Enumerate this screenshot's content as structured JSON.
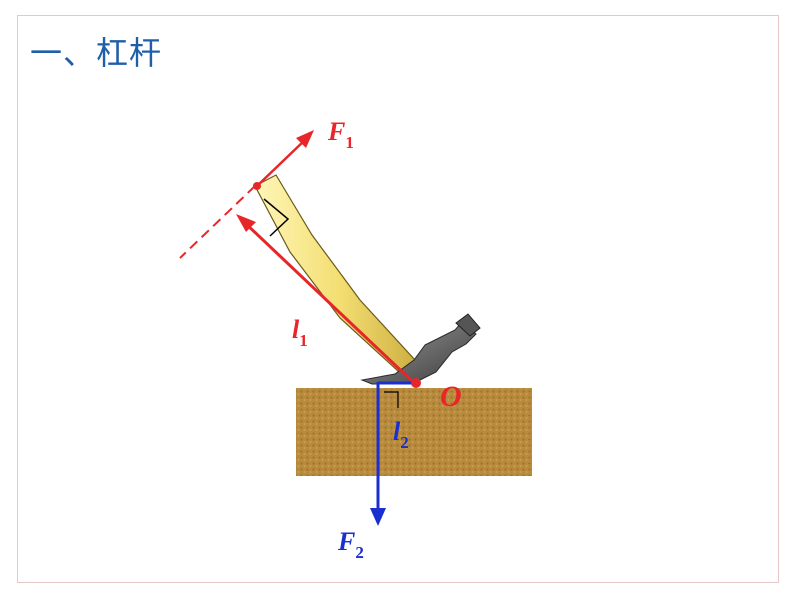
{
  "title": "一、杠杆",
  "labels": {
    "f1": {
      "main": "F",
      "sub": "1"
    },
    "f2": {
      "main": "F",
      "sub": "2"
    },
    "l1": {
      "main": "l",
      "sub": "1"
    },
    "l2": {
      "main": "l",
      "sub": "2"
    },
    "o": "O"
  },
  "colors": {
    "title": "#1f5fa8",
    "force1": "#e8262a",
    "force2": "#1a2fd0",
    "ground": "#b98a3f",
    "handle": "#f0e17c",
    "head": "#6b6b6b"
  }
}
